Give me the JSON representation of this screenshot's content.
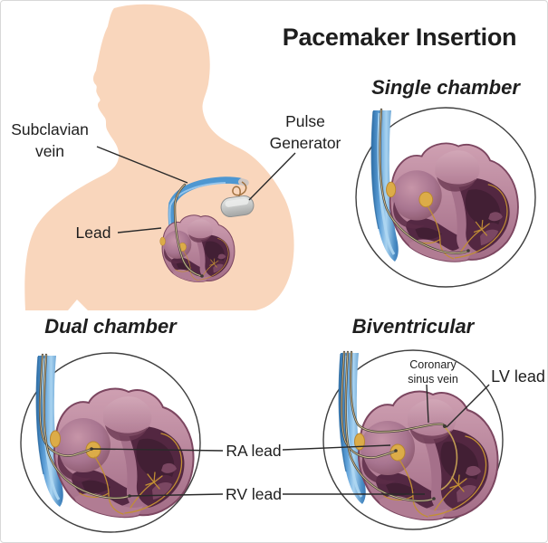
{
  "title": "Pacemaker Insertion",
  "figure": {
    "overview": {
      "labels": {
        "subclavian_vein": "Subclavian\nvein",
        "pulse_generator": "Pulse\nGenerator",
        "lead": "Lead"
      }
    },
    "panels": {
      "single": {
        "heading": "Single chamber"
      },
      "dual": {
        "heading": "Dual chamber"
      },
      "biventricular": {
        "heading": "Biventricular",
        "labels": {
          "coronary_sinus_vein": "Coronary\nsinus vein",
          "lv_lead": "LV lead"
        }
      }
    },
    "shared_lead_labels": {
      "ra_lead": "RA lead",
      "rv_lead": "RV lead"
    }
  },
  "colors": {
    "background": "#FFFFFF",
    "frame_border": "#D8D8D8",
    "text": "#1E1E1E",
    "annotation_line": "#2A2A2A",
    "skin": "#F9D6BC",
    "vein_blue": "#4E97D1",
    "vein_highlight": "#A9D3F0",
    "heart_wall": "#B5839B",
    "heart_chamber_dark": "#532741",
    "heart_atrium_light": "#C08FA3",
    "node_gold": "#DCAC48",
    "conduction_gold": "#C28F33",
    "lead_dark": "#47433C",
    "lead_tan": "#CDBA8E",
    "pulse_generator_gray": "#C4C6C5",
    "circle_border": "#3F3F3F"
  }
}
